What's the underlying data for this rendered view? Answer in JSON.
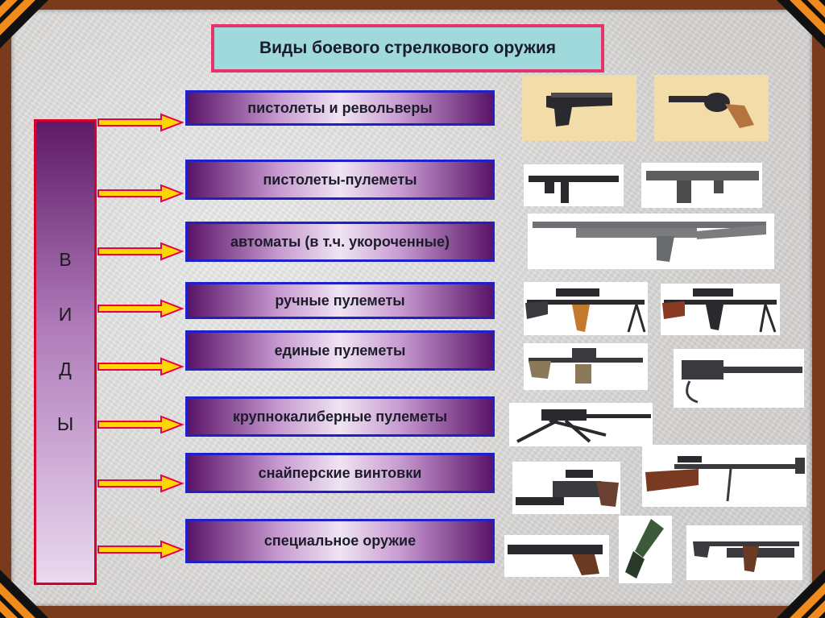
{
  "title": "Виды боевого стрелкового оружия",
  "vertical_label": [
    "В",
    "И",
    "Д",
    "Ы"
  ],
  "categories": [
    {
      "label": "пистолеты и револьверы"
    },
    {
      "label": "пистолеты-пулеметы"
    },
    {
      "label": "автоматы (в т.ч. укороченные)"
    },
    {
      "label": "ручные пулеметы"
    },
    {
      "label": "единые пулеметы"
    },
    {
      "label": "крупнокалиберные пулеметы"
    },
    {
      "label": "снайперские винтовки"
    },
    {
      "label": "специальное оружие"
    }
  ],
  "colors": {
    "frame": "#7a3a1c",
    "title_bg": "#9fd9dc",
    "title_border": "#e6336a",
    "box_border": "#2020c8",
    "box_gradient_dark": "#5a1468",
    "arrow_fill": "#ffd700",
    "arrow_outline": "#e8004a",
    "vbar_border": "#d8002a"
  },
  "icons": [
    "pistol-icon",
    "revolver-icon",
    "smg-icon",
    "rifle-icon",
    "machine-gun-icon",
    "sniper-rifle-icon",
    "knife-icon",
    "grenade-launcher-icon"
  ]
}
